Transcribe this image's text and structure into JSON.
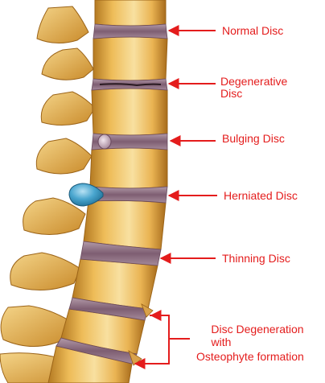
{
  "colors": {
    "label": "#e41c1c",
    "bone_light": "#f6dc92",
    "bone_mid": "#e4ae42",
    "bone_dark": "#9c6418",
    "disc": "#8c6a7e",
    "herniation": "#4aa6cf"
  },
  "labels": {
    "normal": "Normal Disc",
    "degenerative_line1": "Degenerative",
    "degenerative_line2": "Disc",
    "bulging": "Bulging Disc",
    "herniated": "Herniated Disc",
    "thinning": "Thinning Disc",
    "osteophyte_line1": "Disc Degeneration",
    "osteophyte_line2": "with",
    "osteophyte_line3": "Osteophyte formation"
  }
}
